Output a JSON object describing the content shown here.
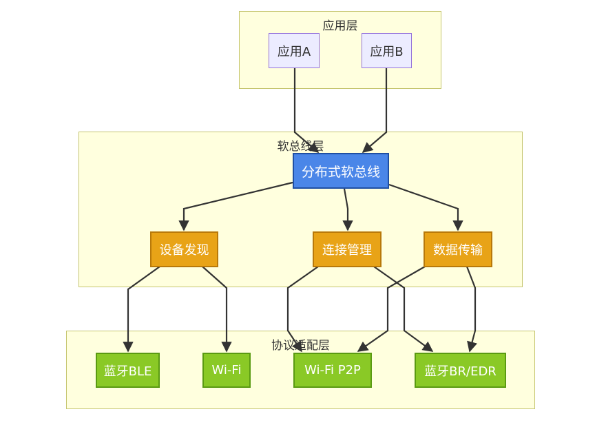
{
  "layers": {
    "app": {
      "title": "应用层"
    },
    "bus": {
      "title": "软总线层"
    },
    "protocol": {
      "title": "协议适配层"
    }
  },
  "nodes": {
    "app_a": "应用A",
    "app_b": "应用B",
    "soft_bus": "分布式软总线",
    "device_discovery": "设备发现",
    "connection_mgmt": "连接管理",
    "data_transfer": "数据传输",
    "ble": "蓝牙BLE",
    "wifi": "Wi-Fi",
    "wifi_p2p": "Wi-Fi P2P",
    "bt_br_edr": "蓝牙BR/EDR"
  },
  "edges": [
    {
      "from": "app_a",
      "to": "soft_bus"
    },
    {
      "from": "app_b",
      "to": "soft_bus"
    },
    {
      "from": "soft_bus",
      "to": "device_discovery"
    },
    {
      "from": "soft_bus",
      "to": "connection_mgmt"
    },
    {
      "from": "soft_bus",
      "to": "data_transfer"
    },
    {
      "from": "device_discovery",
      "to": "ble"
    },
    {
      "from": "device_discovery",
      "to": "wifi"
    },
    {
      "from": "connection_mgmt",
      "to": "wifi_p2p"
    },
    {
      "from": "connection_mgmt",
      "to": "bt_br_edr"
    },
    {
      "from": "data_transfer",
      "to": "wifi_p2p"
    },
    {
      "from": "data_transfer",
      "to": "bt_br_edr"
    }
  ],
  "colors": {
    "layer_fill": "#ffffde",
    "layer_border": "#c5c56e",
    "app_fill": "#ececff",
    "bus_fill": "#4a86e8",
    "service_fill": "#e8a317",
    "protocol_fill": "#8ac926",
    "edge": "#333333"
  }
}
